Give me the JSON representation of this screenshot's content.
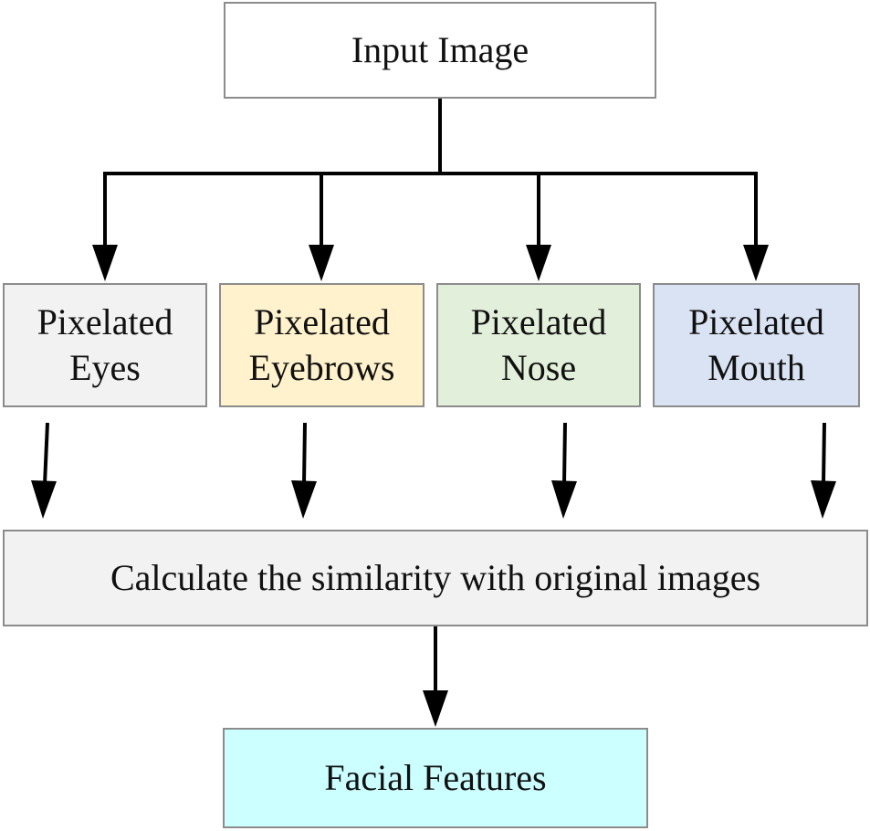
{
  "nodes": {
    "input": {
      "label": "Input Image",
      "fill": "#ffffff"
    },
    "eyes": {
      "line1": "Pixelated",
      "line2": "Eyes",
      "fill": "#f2f2f2"
    },
    "eyebrows": {
      "line1": "Pixelated",
      "line2": "Eyebrows",
      "fill": "#fff2cc"
    },
    "nose": {
      "line1": "Pixelated",
      "line2": "Nose",
      "fill": "#e2efda"
    },
    "mouth": {
      "line1": "Pixelated",
      "line2": "Mouth",
      "fill": "#dae3f3"
    },
    "calc": {
      "label": "Calculate the similarity with original images",
      "fill": "#f2f2f2"
    },
    "facial": {
      "label": "Facial Features",
      "fill": "#ccffff"
    }
  },
  "edges": [
    {
      "from": "input",
      "to": "eyes"
    },
    {
      "from": "input",
      "to": "eyebrows"
    },
    {
      "from": "input",
      "to": "nose"
    },
    {
      "from": "input",
      "to": "mouth"
    },
    {
      "from": "eyes",
      "to": "calc"
    },
    {
      "from": "eyebrows",
      "to": "calc"
    },
    {
      "from": "nose",
      "to": "calc"
    },
    {
      "from": "mouth",
      "to": "calc"
    },
    {
      "from": "calc",
      "to": "facial"
    }
  ]
}
